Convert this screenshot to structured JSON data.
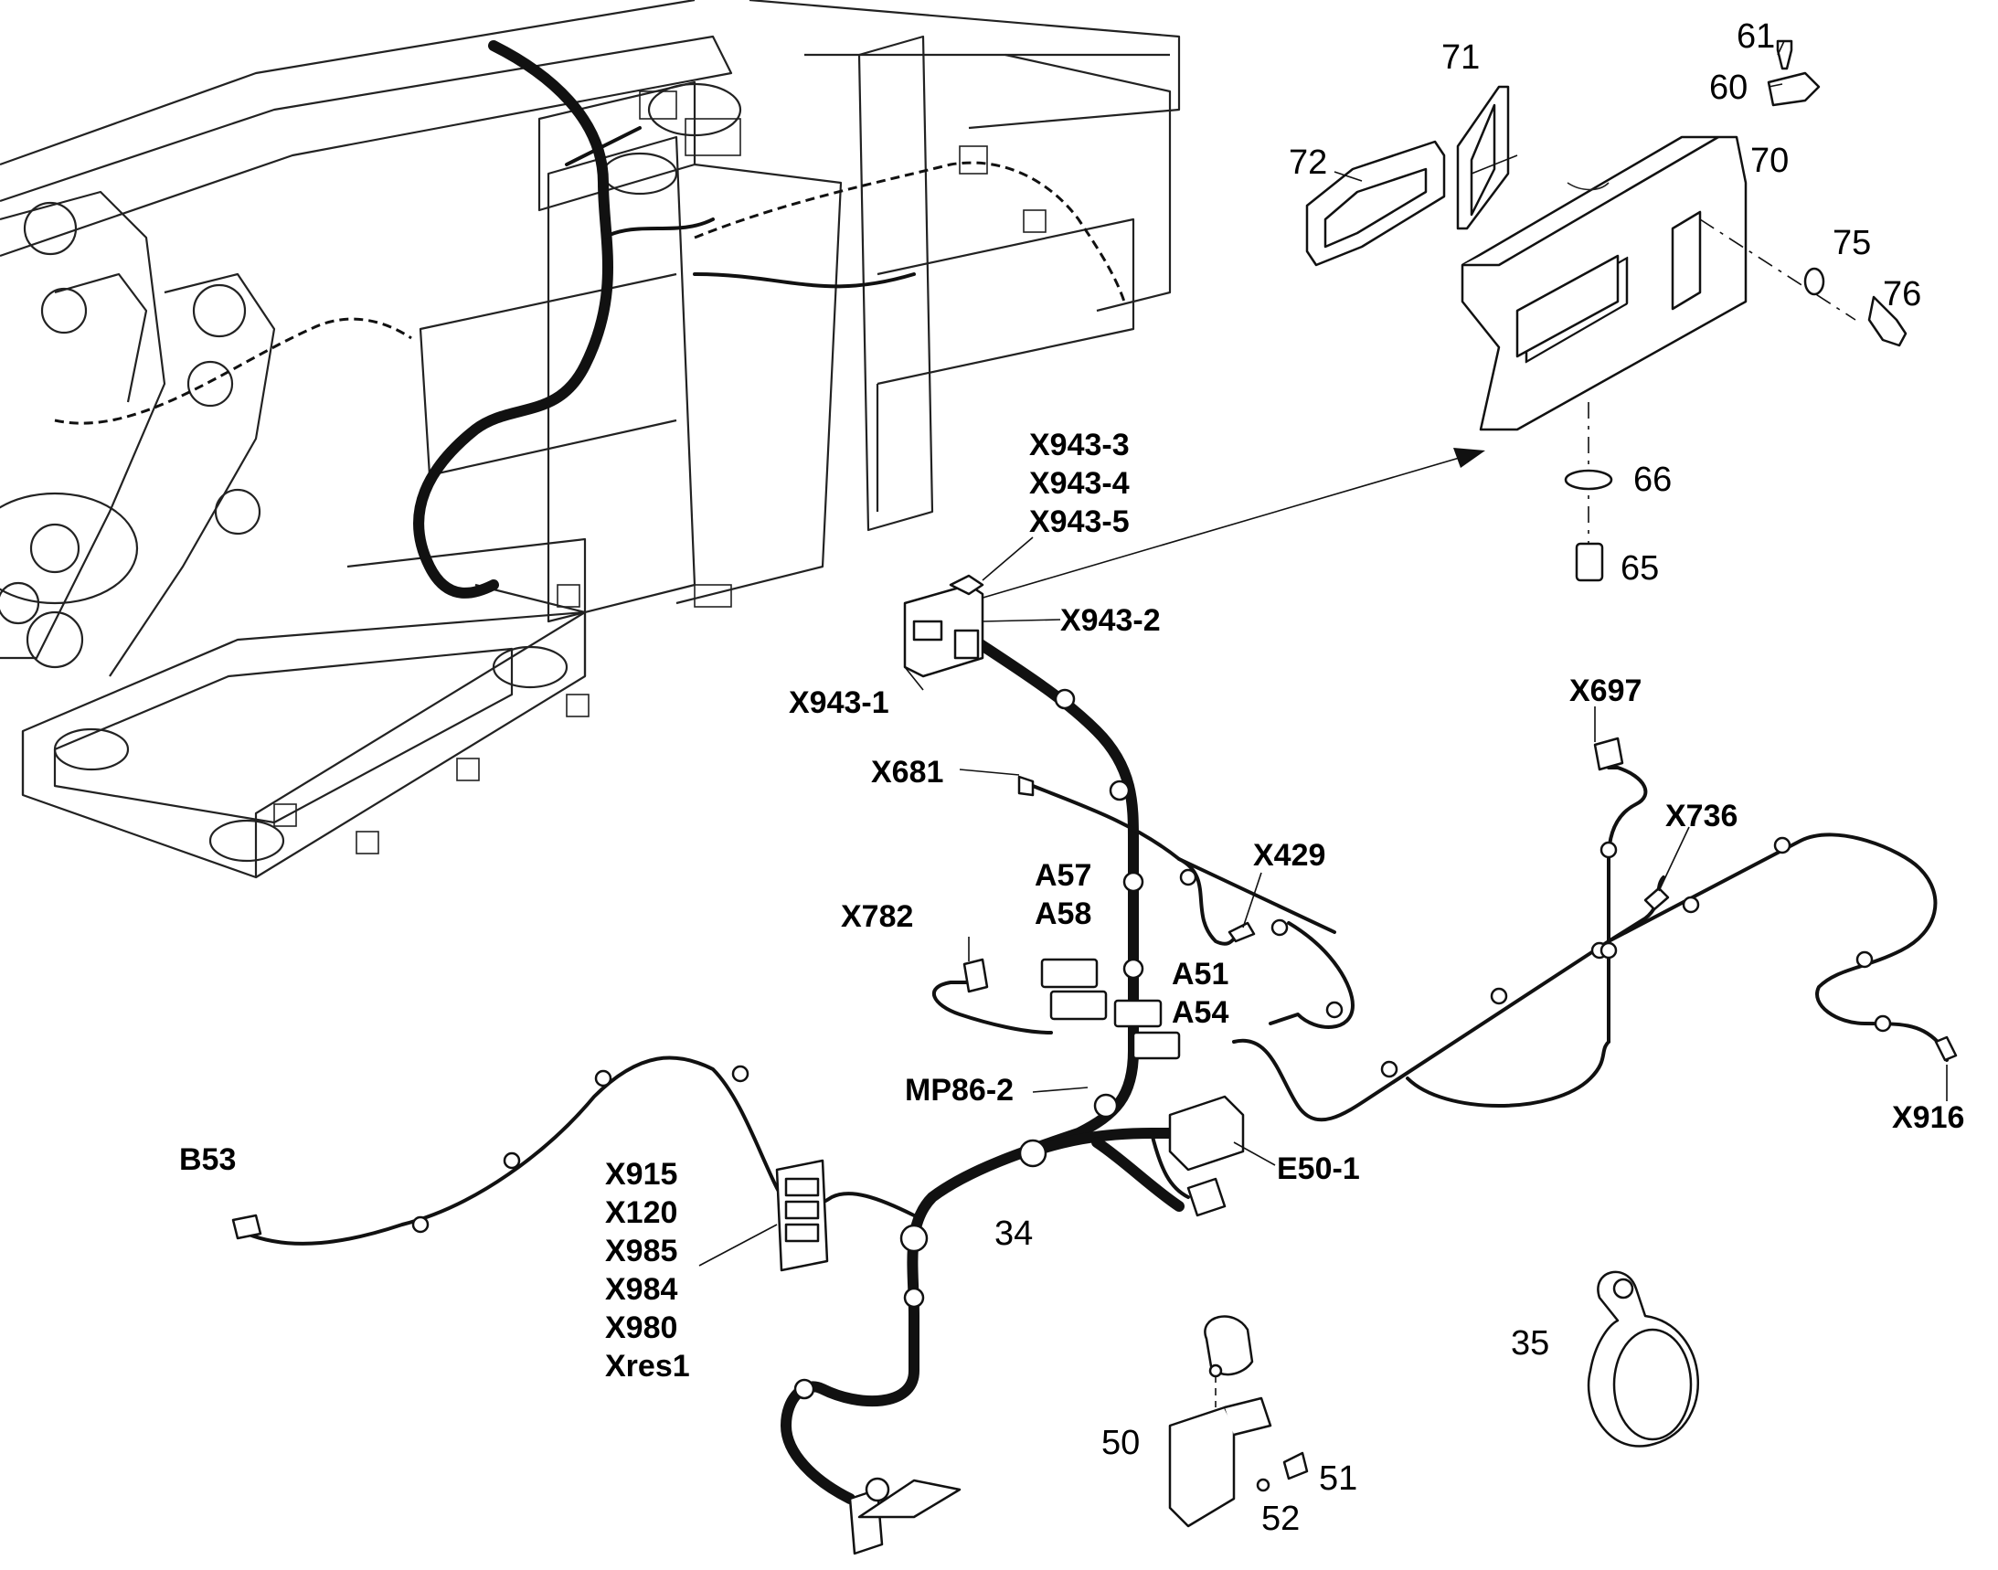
{
  "labels": {
    "X943_3": "X943-3",
    "X943_4": "X943-4",
    "X943_5": "X943-5",
    "X943_2": "X943-2",
    "X943_1": "X943-1",
    "X681": "X681",
    "X697": "X697",
    "X736": "X736",
    "X429": "X429",
    "A57": "A57",
    "A58": "A58",
    "X782": "X782",
    "A51": "A51",
    "A54": "A54",
    "MP86_2": "MP86-2",
    "X916": "X916",
    "E50_1": "E50-1",
    "B53": "B53",
    "X915": "X915",
    "X120": "X120",
    "X985": "X985",
    "X984": "X984",
    "X980": "X980",
    "Xres1": "Xres1"
  },
  "part_numbers": {
    "p61": "61",
    "p60": "60",
    "p71": "71",
    "p72": "72",
    "p70": "70",
    "p75": "75",
    "p76": "76",
    "p66": "66",
    "p65": "65",
    "p34": "34",
    "p35": "35",
    "p50": "50",
    "p51": "51",
    "p52": "52"
  }
}
